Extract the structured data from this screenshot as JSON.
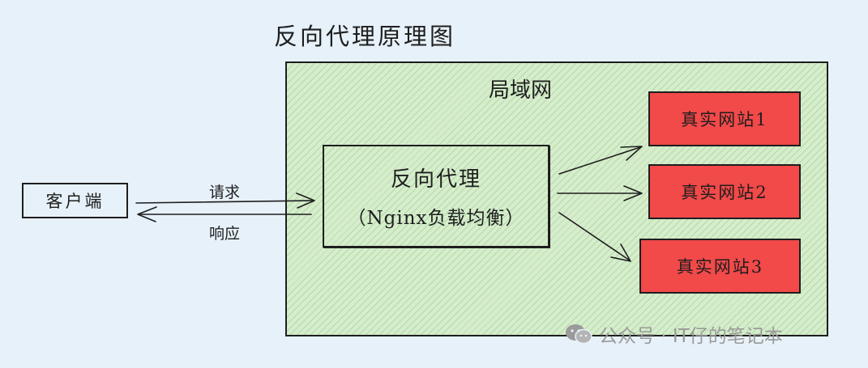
{
  "title": "反向代理原理图",
  "lan": {
    "label": "局域网"
  },
  "client": {
    "label": "客户端"
  },
  "proxy": {
    "line1": "反向代理",
    "line2": "（Nginx负载均衡）"
  },
  "servers": [
    {
      "label": "真实网站1"
    },
    {
      "label": "真实网站2"
    },
    {
      "label": "真实网站3"
    }
  ],
  "arrows": {
    "request": "请求",
    "response": "响应"
  },
  "watermark": {
    "text": "公众号 · IT仔的笔记本",
    "icon": "wechat-icon"
  },
  "colors": {
    "background": "#e7f1f9",
    "lan_fill": "#d6edcc",
    "server_fill": "#f24949",
    "stroke": "#1e1e1e",
    "watermark": "#9a9a9a"
  }
}
